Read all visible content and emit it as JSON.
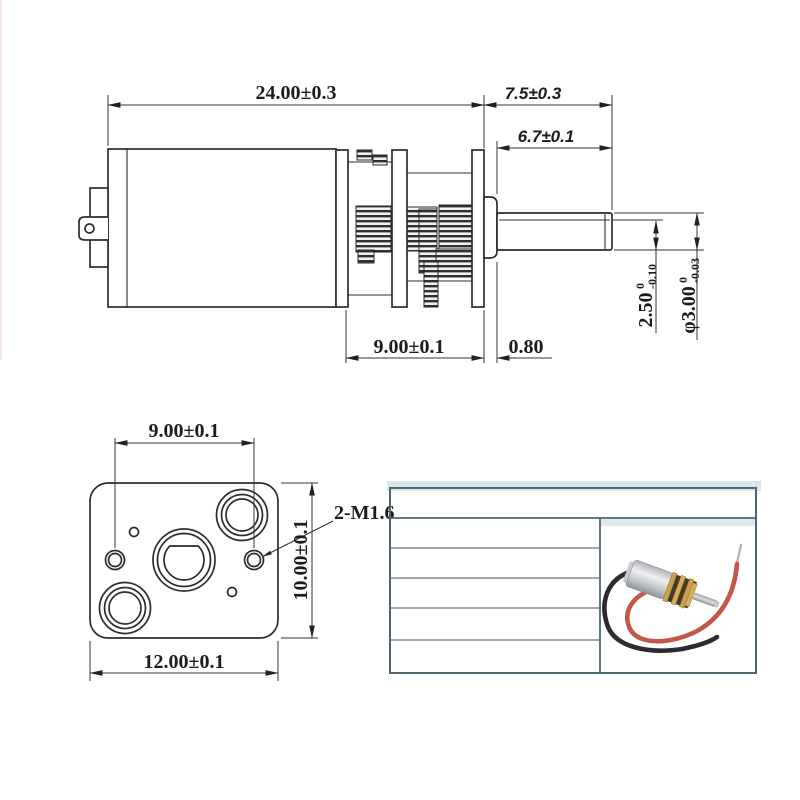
{
  "drawing": {
    "side_view": {
      "dim_total_length": "24.00±0.3",
      "dim_shaft_extension": "7.5±0.3",
      "dim_shaft_length": "6.7±0.1",
      "dim_gearbox_length": "9.00±0.1",
      "dim_boss_length": "0.80",
      "dim_flat": {
        "value": "2.50",
        "upper": "0",
        "lower": "-0.10"
      },
      "dim_diameter": {
        "value": "φ3.00",
        "upper": "0",
        "lower": "-0.03"
      }
    },
    "front_view": {
      "dim_hole_spacing": "9.00±0.1",
      "dim_width": "12.00±0.1",
      "dim_height": "10.00±0.1",
      "label_screws": "2-M1.6"
    },
    "spec_table": {
      "left_column_rows": 5,
      "header_rows": 1,
      "border_color": "#4e6470"
    },
    "photo": {
      "wire_red": "#c4574a",
      "wire_black": "#2e2a31",
      "brass": "#c9a24d",
      "silver": "#d3d5d8"
    },
    "line_color": "#2d2d2d"
  }
}
